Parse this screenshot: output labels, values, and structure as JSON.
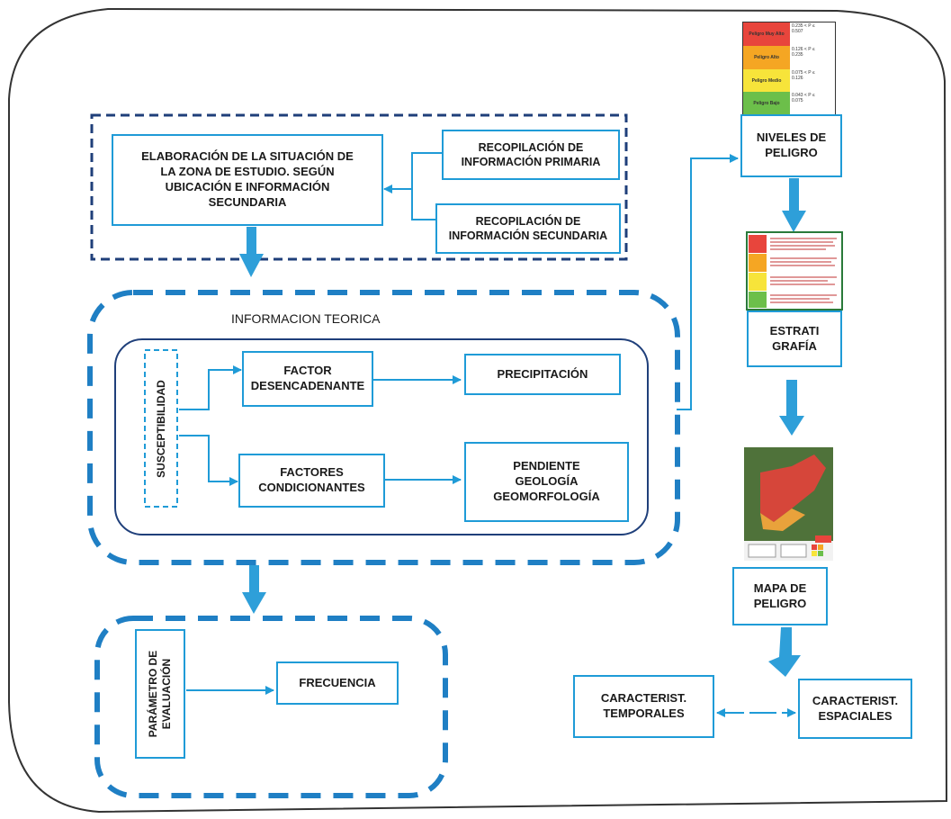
{
  "colors": {
    "accent": "#1f9bd7",
    "navy": "#1f3f7a",
    "border": "#333333"
  },
  "top_section": {
    "elaboracion": "ELABORACIÓN DE LA SITUACIÓN DE\nLA ZONA DE ESTUDIO.  SEGÚN\nUBICACIÓN E INFORMACIÓN\nSECUNDARIA",
    "recopilacion_primaria": "RECOPILACIÓN DE\nINFORMACIÓN PRIMARIA",
    "recopilacion_secundaria": "RECOPILACIÓN DE\nINFORMACIÓN SECUNDARIA"
  },
  "middle_section": {
    "title": "INFORMACION TEORICA",
    "susceptibilidad": "SUSCEPTIBILIDAD",
    "factor_desencadenante": "FACTOR\nDESENCADENANTE",
    "precipitacion": "PRECIPITACIÓN",
    "factores_condicionantes": "FACTORES\nCONDICIONANTES",
    "pendiente": "PENDIENTE\nGEOLOGÍA\nGEOMORFOLOGÍA"
  },
  "bottom_section": {
    "parametro": "PARÁMETRO DE\nEVALUACIÓN",
    "frecuencia": "FRECUENCIA"
  },
  "right_column": {
    "niveles": "NIVELES DE\nPELIGRO",
    "estratigrafia": "ESTRATI\nGRAFÍA",
    "mapa": "MAPA DE\nPELIGRO",
    "temporales": "CARACTERIST.\nTEMPORALES",
    "espaciales": "CARACTERIST.\nESPACIALES"
  },
  "legend": [
    {
      "label": "Peligro Muy Alto",
      "range": "0.235 < P ≤\n0.507",
      "color": "#e8453c"
    },
    {
      "label": "Peligro Alto",
      "range": "0.126 < P ≤\n0.235",
      "color": "#f5a623"
    },
    {
      "label": "Peligro Medio",
      "range": "0.075 < P ≤\n0.126",
      "color": "#f7e43a"
    },
    {
      "label": "Peligro Bajo",
      "range": "0.043 < P ≤\n0.075",
      "color": "#6cbf4a"
    }
  ]
}
